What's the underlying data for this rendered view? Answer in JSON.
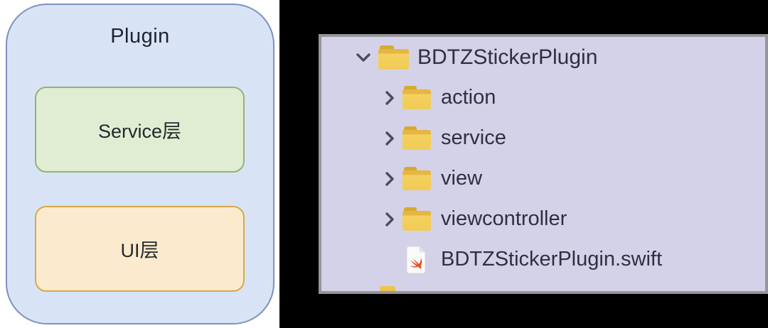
{
  "diagram": {
    "title": "Plugin",
    "layers": [
      {
        "label": "Service层",
        "fill": "#e1edd2",
        "border": "#94b274"
      },
      {
        "label": "UI层",
        "fill": "#fceacf",
        "border": "#d9a844"
      }
    ],
    "container_fill": "#d8e4f6",
    "container_border": "#7d90c0"
  },
  "file_tree": {
    "items": [
      {
        "label": "BDTZStickerPlugin",
        "type": "folder",
        "level": 0,
        "expanded": true
      },
      {
        "label": "action",
        "type": "folder",
        "level": 1,
        "expanded": false
      },
      {
        "label": "service",
        "type": "folder",
        "level": 1,
        "expanded": false
      },
      {
        "label": "view",
        "type": "folder",
        "level": 1,
        "expanded": false
      },
      {
        "label": "viewcontroller",
        "type": "folder",
        "level": 1,
        "expanded": false
      },
      {
        "label": "BDTZStickerPlugin.swift",
        "type": "swift-file",
        "level": 1
      }
    ],
    "panel_bg": "#d4d2e8",
    "panel_border": "#96969a",
    "text_color": "#312f3f",
    "folder_color": "#f0cc55",
    "swift_logo_color": "#e8502a"
  }
}
